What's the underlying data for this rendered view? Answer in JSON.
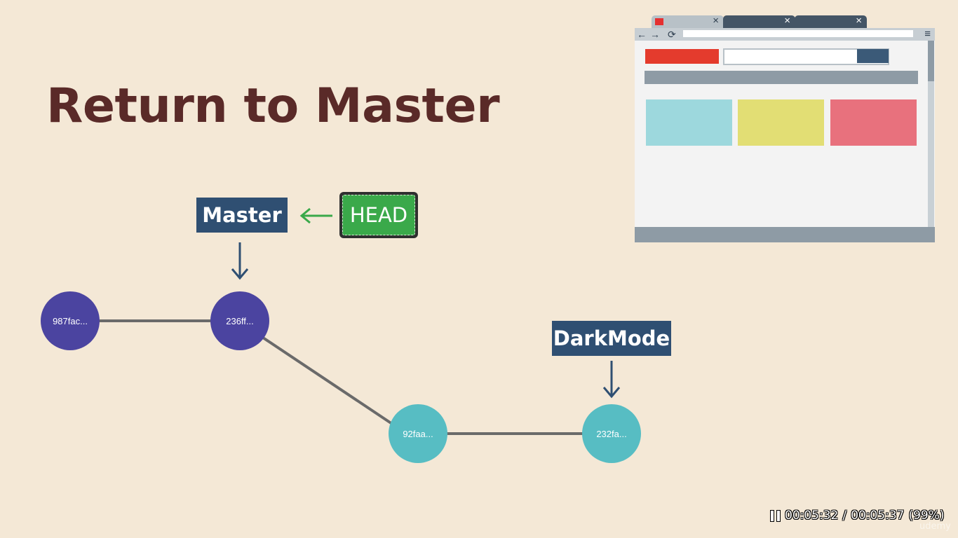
{
  "slide": {
    "title": "Return to Master"
  },
  "graph": {
    "commits": {
      "c1": "987fac...",
      "c2": "236ff...",
      "c3": "92faa...",
      "c4": "232fa..."
    },
    "branches": {
      "master": "Master",
      "darkmode": "DarkMode"
    },
    "head": "HEAD"
  },
  "colors": {
    "background": "#f4e8d6",
    "title": "#5a2a28",
    "master_commits": "#4b44a0",
    "darkmode_commits": "#57bdc3",
    "branch_label": "#2f4f72",
    "head_label": "#3aa94a",
    "arrow_head_pointer": "#3aa94a"
  },
  "icons": {
    "pause": "pause-icon",
    "back": "arrow-left-icon",
    "forward": "arrow-right-icon",
    "reload": "reload-icon",
    "menu": "hamburger-menu-icon",
    "tab_close": "close-icon"
  },
  "browser_illustration": {
    "tab_close": "×",
    "back": "←",
    "forward": "→",
    "reload": "⟳",
    "menu": "≡"
  },
  "player": {
    "current_time": "00:05:32",
    "separator": "/",
    "duration": "00:05:37",
    "progress_text": "(99%)",
    "watermark": "udemy"
  }
}
